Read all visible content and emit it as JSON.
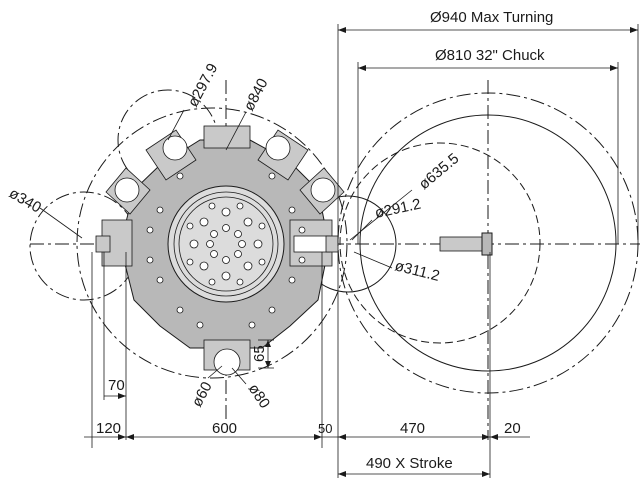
{
  "dimensions": {
    "max_turning": "Ø940 Max Turning",
    "chuck": "Ø810 32\" Chuck",
    "d_297_9": "ø297.9",
    "d_840": "ø840",
    "d_635_5": "ø635.5",
    "d_340": "ø340",
    "d_291_2": "ø291.2",
    "d_311_2": "ø311.2",
    "d_65": "65",
    "d_70": "70",
    "d_60": "ø60",
    "d_80": "ø80",
    "d_120": "120",
    "d_600": "600",
    "d_50": "50",
    "d_470": "470",
    "d_20": "20",
    "x_stroke": "490 X Stroke"
  }
}
